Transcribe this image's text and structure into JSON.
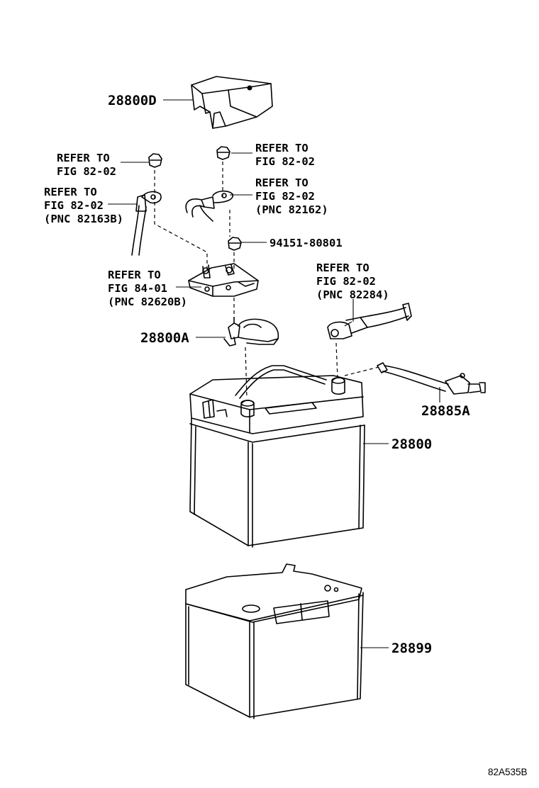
{
  "callouts": {
    "cover": "28800D",
    "nut_left": [
      "REFER TO",
      "FIG 82-02"
    ],
    "cable_left": [
      "REFER TO",
      "FIG 82-02",
      "(PNC 82163B)"
    ],
    "nut_center": [
      "REFER TO",
      "FIG 82-02"
    ],
    "cable_center": [
      "REFER TO",
      "FIG 82-02",
      "(PNC 82162)"
    ],
    "nut_part": "94151-80801",
    "fuse_block": [
      "REFER TO",
      "FIG 84-01",
      "(PNC 82620B)"
    ],
    "neg_cable": [
      "REFER TO",
      "FIG 82-02",
      "(PNC 82284)"
    ],
    "terminal": "28800A",
    "sensor_wire": "28885A",
    "battery": "28800",
    "battery_case": "28899"
  },
  "figure_code": "82A535B"
}
